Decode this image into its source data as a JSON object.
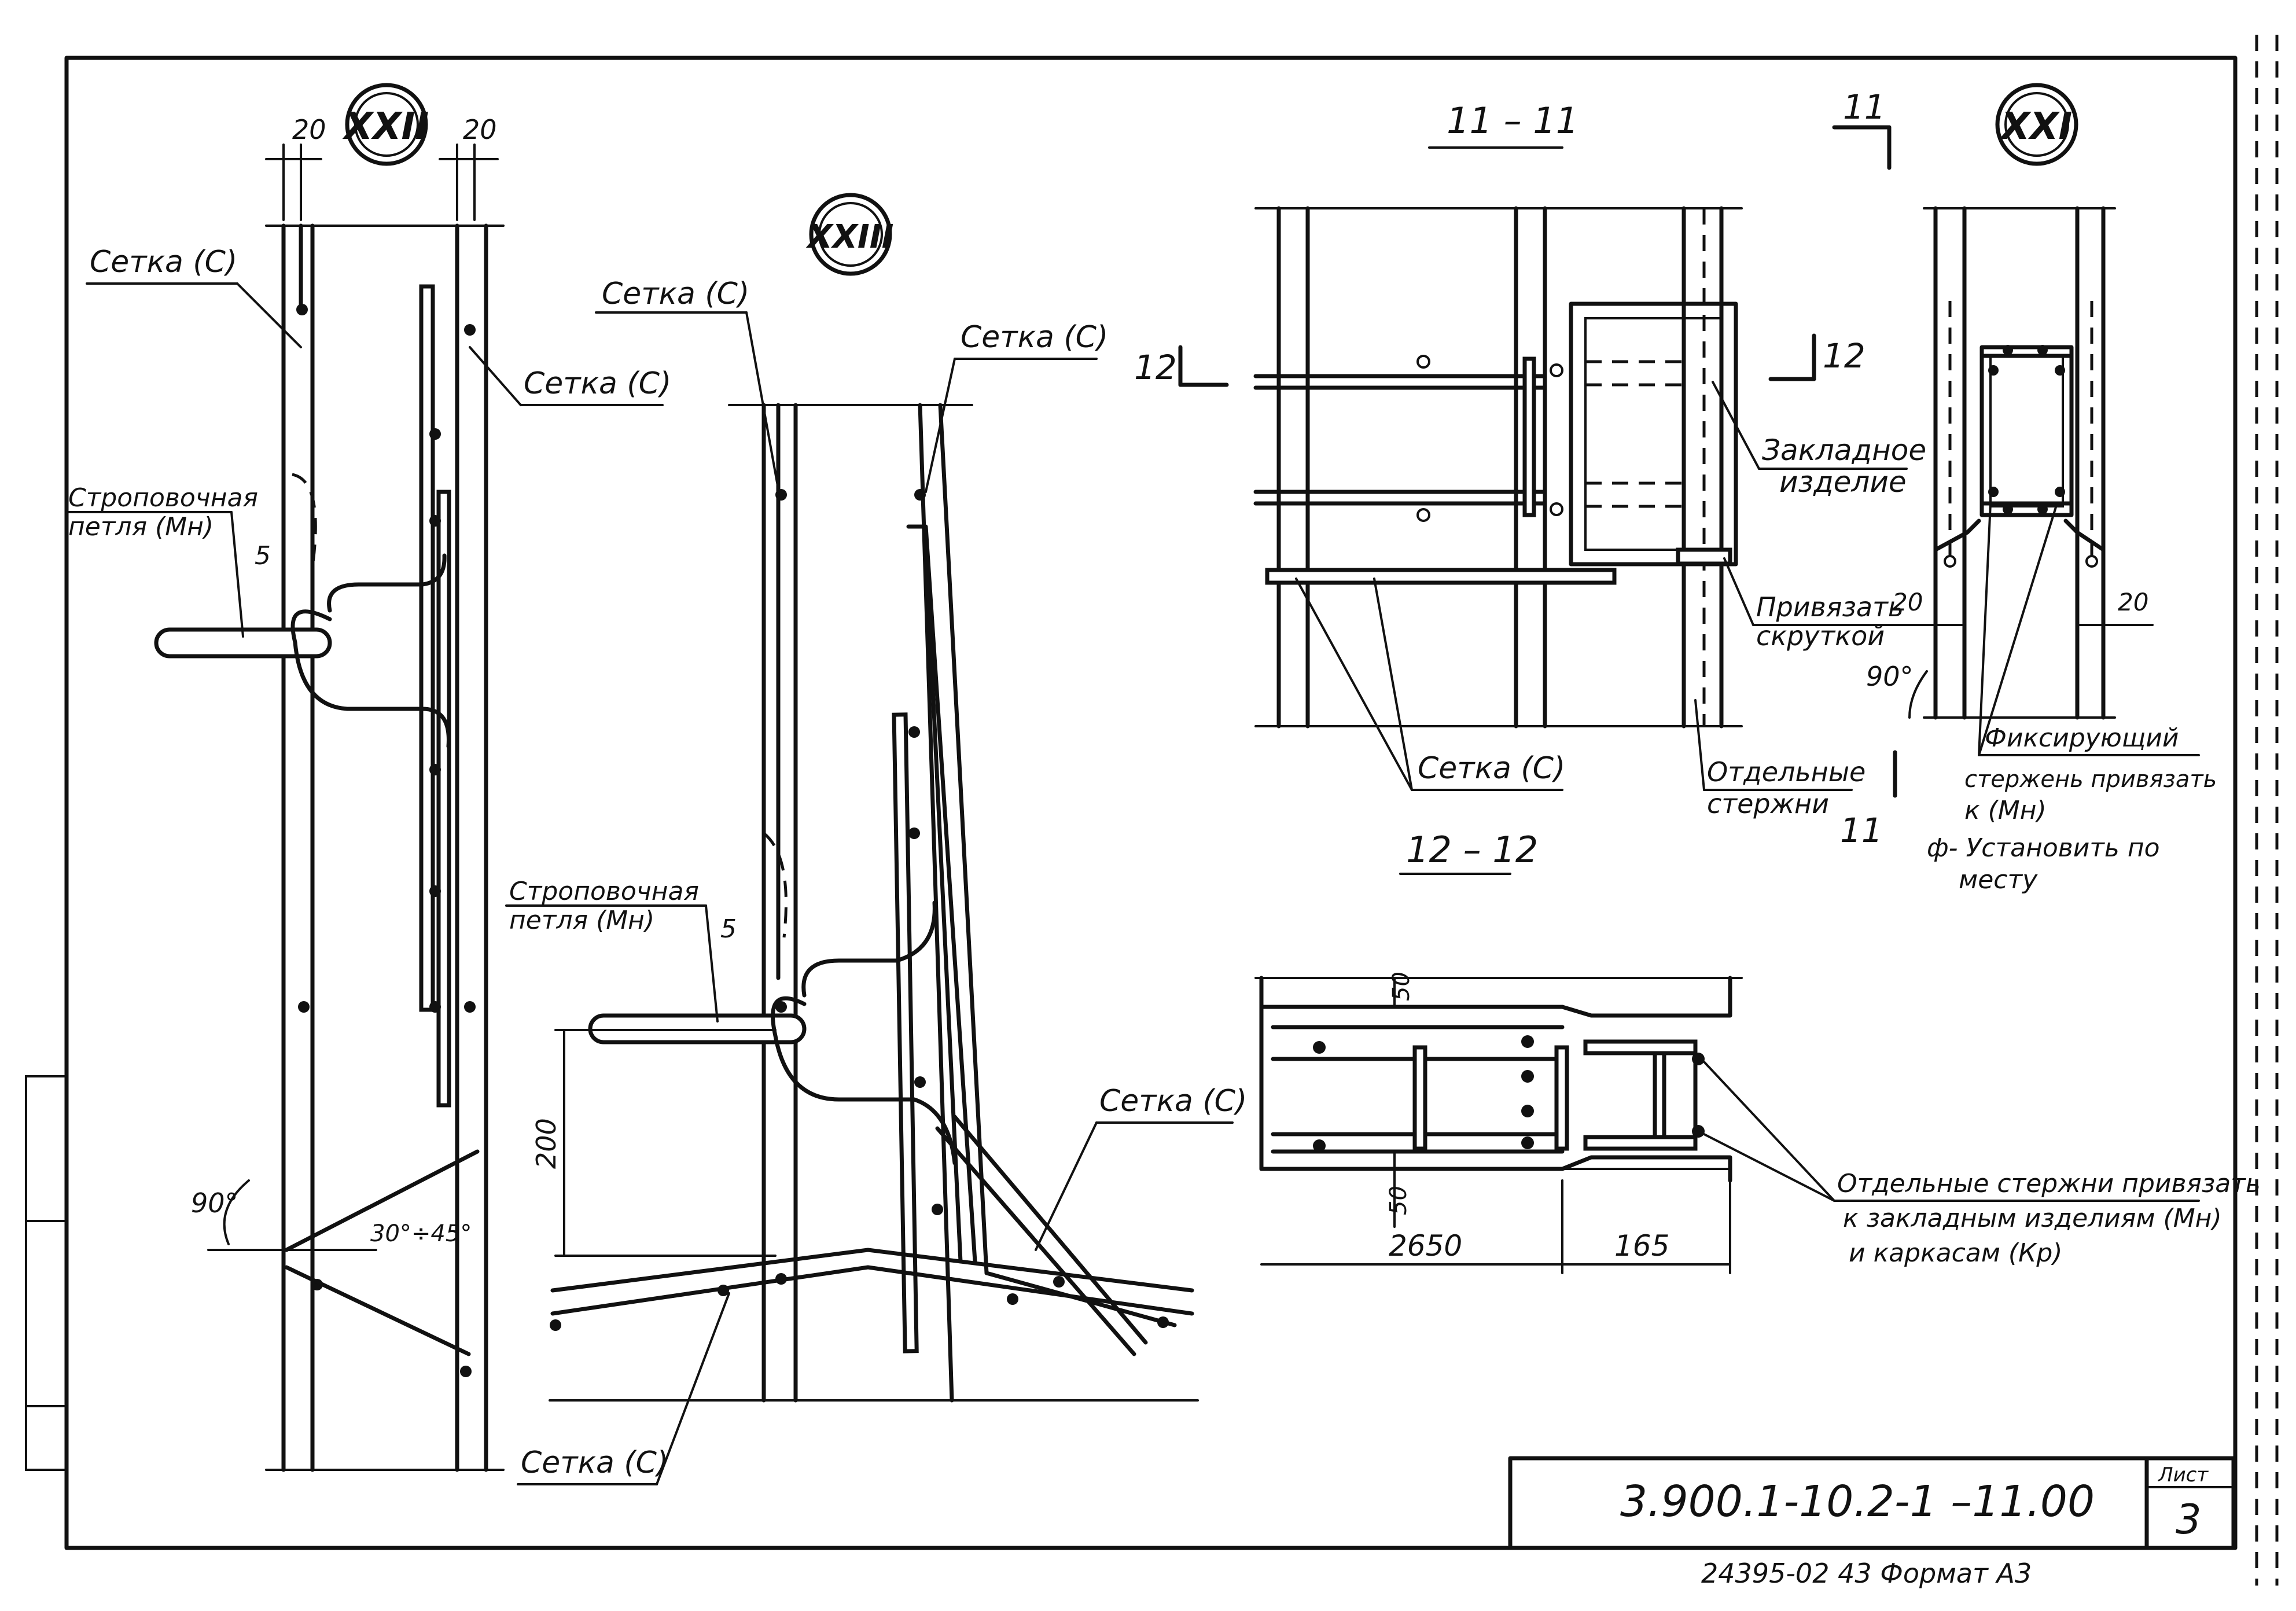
{
  "stamps": {
    "xxii": "XXII",
    "xxiii": "XXIII",
    "xxi": "XXI"
  },
  "left_detail": {
    "mesh_label_1": "Сетка (С)",
    "mesh_label_2": "Сетка (С)",
    "loop_label_1": "Строповочная",
    "loop_label_2": "петля (Мн)",
    "dim_20_left": "20",
    "dim_20_right": "20",
    "dim_5": "5",
    "angle_90": "90°",
    "angle_range": "30°÷45°"
  },
  "middle_detail": {
    "mesh_label_top_left": "Сетка (С)",
    "mesh_label_top_right": "Сетка (С)",
    "mesh_label_right": "Сетка (С)",
    "mesh_label_bottom": "Сетка (С)",
    "loop_label_1": "Строповочная",
    "loop_label_2": "петля (Мн)",
    "dim_5": "5",
    "dim_200": "200"
  },
  "section_11": {
    "title": "11 – 11",
    "marker_12_left": "12",
    "marker_12_right": "12",
    "embedded_label_1": "Закладное",
    "embedded_label_2": "изделие",
    "tie_label_1": "Привязать",
    "tie_label_2": "скруткой",
    "mesh_label": "Сетка (С)",
    "rods_label_1": "Отдельные",
    "rods_label_2": "стержни"
  },
  "section_12": {
    "title": "12 – 12",
    "dim_50_top": "50",
    "dim_50_bottom": "50",
    "dim_2650": "2650",
    "dim_165": "165",
    "note_1": "Отдельные стержни привязать",
    "note_2": "к закладным изделиям (Мн)",
    "note_3": "и каркасам (Кр)"
  },
  "detail_xxi": {
    "cut_marker_top": "11",
    "cut_marker_bottom": "11",
    "dim_20_left": "20",
    "dim_20_right": "20",
    "angle_90": "90°",
    "fix_label_1": "Фиксирующий",
    "fix_label_2": "стержень привязать",
    "fix_label_3": "к (Мн)",
    "phi_label_1": "ф- Установить по",
    "phi_label_2": "месту"
  },
  "title_block": {
    "doc_code": "3.900.1-10.2-1 –11.00",
    "sheet_label": "Лист",
    "sheet_number": "3",
    "footer": "24395-02   43   Формат А3"
  }
}
